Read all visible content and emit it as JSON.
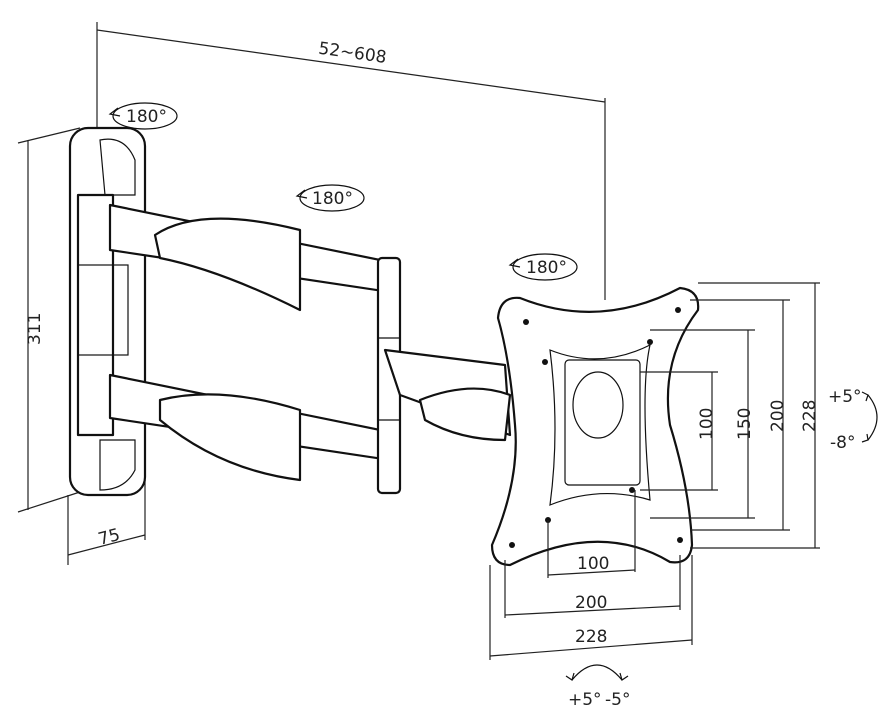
{
  "title": "Full-motion TV wall mount dimension drawing",
  "dimensions": {
    "arm_extension": "52~608",
    "wall_plate_height": "311",
    "wall_plate_depth": "75",
    "vesa_v_100": "100",
    "vesa_v_150": "150",
    "vesa_v_200": "200",
    "vesa_v_228": "228",
    "vesa_h_100": "100",
    "vesa_h_200": "200",
    "vesa_h_228": "228"
  },
  "rotations": {
    "wall_pivot": "180°",
    "arm_pivot": "180°",
    "head_pivot": "180°",
    "tilt_up": "+5°",
    "tilt_down": "-8°",
    "swivel_plus": "+5°",
    "swivel_minus": "-5°"
  }
}
